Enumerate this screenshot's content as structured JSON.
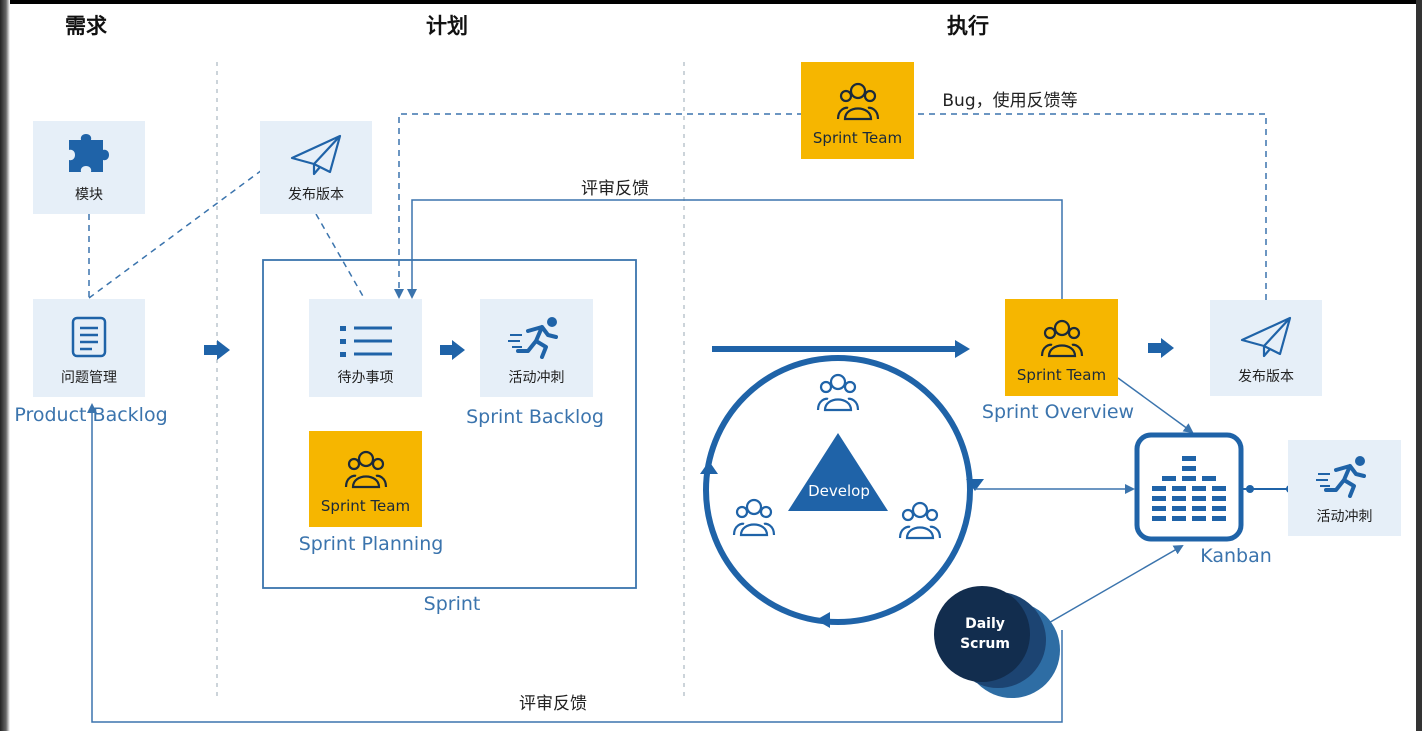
{
  "columns": {
    "demand": "需求",
    "plan": "计划",
    "execute": "执行"
  },
  "cards": {
    "module": "模块",
    "release_left": "发布版本",
    "issue_mgmt": "问题管理",
    "todo": "待办事项",
    "sprint_activity": "活动冲刺",
    "release_right": "发布版本",
    "sprint_activity_right": "活动冲刺"
  },
  "teams": {
    "top": "Sprint Team",
    "planning": "Sprint Team",
    "overview": "Sprint Team"
  },
  "labels": {
    "product_backlog": "Product Backlog",
    "sprint_backlog": "Sprint Backlog",
    "sprint_planning": "Sprint Planning",
    "sprint": "Sprint",
    "sprint_overview": "Sprint Overview",
    "kanban": "Kanban",
    "develop": "Develop",
    "daily_scrum_line1": "Daily",
    "daily_scrum_line2": "Scrum",
    "bug_feedback": "Bug，使用反馈等",
    "review_top": "评审反馈",
    "review_bottom": "评审反馈"
  },
  "colors": {
    "primary_blue": "#1f63a8",
    "light_card": "#e6eff8",
    "team_yellow": "#f6b600",
    "label_blue": "#3b74ad",
    "navy": "#17365d"
  },
  "icons": {
    "module": "puzzle-icon",
    "release": "paper-plane-icon",
    "issue": "document-icon",
    "todo": "list-icon",
    "sprint": "running-man-icon",
    "team": "people-group-icon",
    "kanban": "kanban-board-icon"
  }
}
